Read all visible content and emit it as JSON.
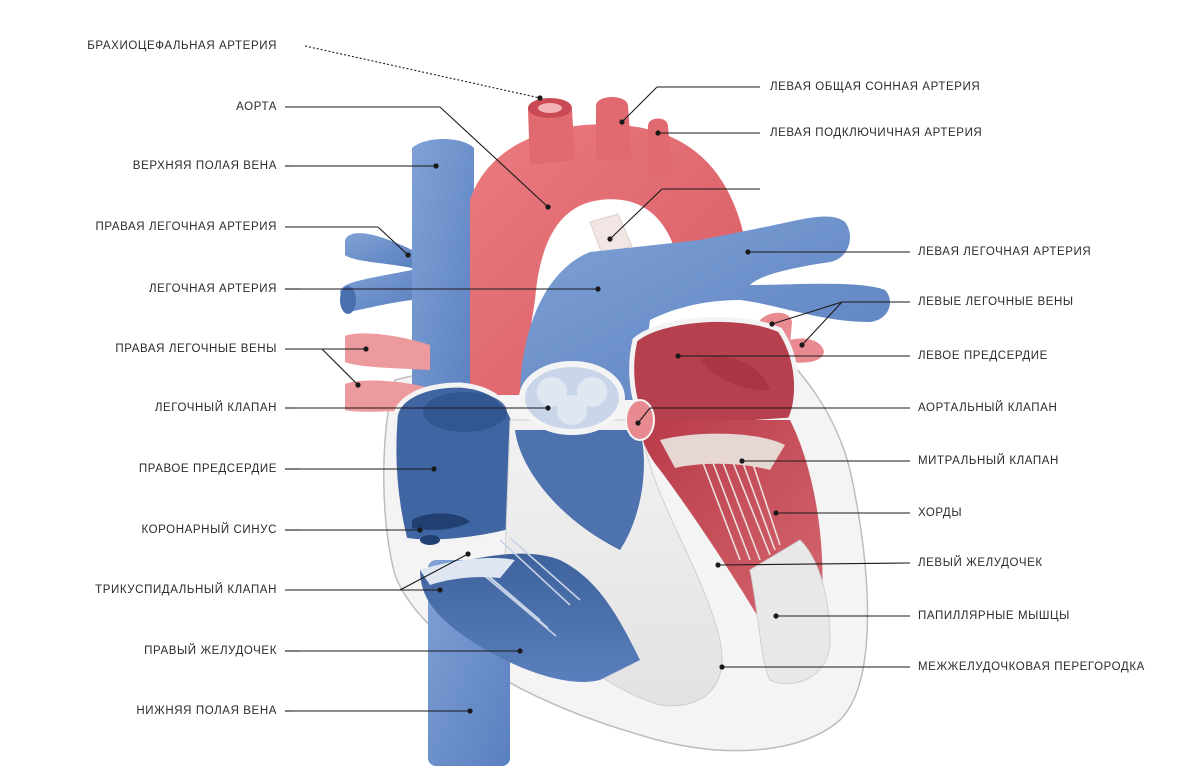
{
  "colors": {
    "artery": "#e06a70",
    "artery_dark": "#c94a55",
    "vein": "#6f93cc",
    "vein_dark": "#3f65a3",
    "pink": "#ec9a9e",
    "wall": "#eeeeee",
    "muscle_red": "#cc4c58",
    "muscle_blue": "#4a6ea8"
  },
  "labels_left": [
    "БРАХИОЦЕФАЛЬНАЯ АРТЕРИЯ",
    "АОРТА",
    "ВЕРХНЯЯ ПОЛАЯ ВЕНА",
    "ПРАВАЯ ЛЕГОЧНАЯ АРТЕРИЯ",
    "ЛЕГОЧНАЯ АРТЕРИЯ",
    "ПРАВАЯ ЛЕГОЧНЫЕ ВЕНЫ",
    "ЛЕГОЧНЫЙ КЛАПАН",
    "ПРАВОЕ ПРЕДСЕРДИЕ",
    "КОРОНАРНЫЙ СИНУС",
    "ТРИКУСПИДАЛЬНЫЙ КЛАПАН",
    "ПРАВЫЙ ЖЕЛУДОЧЕК",
    "НИЖНЯЯ ПОЛАЯ ВЕНА"
  ],
  "labels_right": [
    "ЛЕВАЯ ОБЩАЯ СОННАЯ АРТЕРИЯ",
    "ЛЕВАЯ ПОДКЛЮЧИЧНАЯ АРТЕРИЯ",
    "",
    "ЛЕВАЯ ЛЕГОЧНАЯ АРТЕРИЯ",
    "ЛЕВЫЕ ЛЕГОЧНЫЕ ВЕНЫ",
    "ЛЕВОЕ ПРЕДСЕРДИЕ",
    "АОРТАЛЬНЫЙ КЛАПАН",
    "МИТРАЛЬНЫЙ КЛАПАН",
    "ХОРДЫ",
    "ЛЕВЫЙ ЖЕЛУДОЧЕК",
    "ПАПИЛЛЯРНЫЕ МЫШЦЫ",
    "МЕЖЖЕЛУДОЧКОВАЯ ПЕРЕГОРОДКА"
  ]
}
